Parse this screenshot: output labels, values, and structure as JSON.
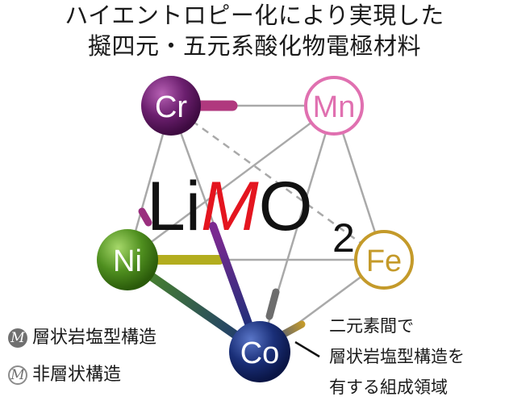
{
  "title": {
    "line1": "ハイエントロピー化により実現した",
    "line2": "擬四元・五元系酸化物電極材料"
  },
  "formula": {
    "li": "Li",
    "m": "M",
    "o": "O",
    "sub": "2"
  },
  "nodes": {
    "cr": {
      "label": "Cr",
      "color": "#6b1f6e"
    },
    "mn": {
      "label": "Mn",
      "color": "#e070b0"
    },
    "ni": {
      "label": "Ni",
      "color": "#4f8f1f"
    },
    "fe": {
      "label": "Fe",
      "color": "#c49a2a"
    },
    "co": {
      "label": "Co",
      "color": "#1a2f78"
    }
  },
  "legend": {
    "layered_marker": "M",
    "layered_label": "層状岩塩型構造",
    "nonlayered_marker": "M",
    "nonlayered_label": "非層状構造"
  },
  "annotation": {
    "line1": "二元素間で",
    "line2": "層状岩塩型構造を",
    "line3": "有する組成領域"
  }
}
